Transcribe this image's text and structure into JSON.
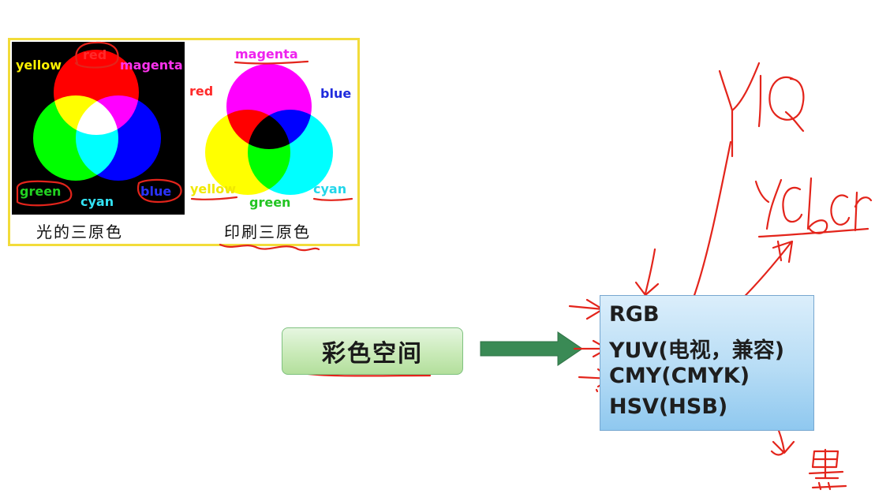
{
  "figure": {
    "light": {
      "labels": {
        "yellow": "yellow",
        "red": "red",
        "magenta": "magenta",
        "green": "green",
        "cyan": "cyan",
        "blue": "blue"
      },
      "caption": "光的三原色"
    },
    "print": {
      "labels": {
        "magenta": "magenta",
        "red": "red",
        "blue": "blue",
        "yellow": "yellow",
        "green": "green",
        "cyan": "cyan"
      },
      "caption": "印刷三原色"
    }
  },
  "button": {
    "label": "彩色空间"
  },
  "spaces": {
    "items": [
      "RGB",
      "YUV(电视，兼容)",
      "CMY(CMYK)",
      "HSV(HSB)"
    ]
  },
  "colors": {
    "frame": "#f2dc3a",
    "arrow": "#3a8a55",
    "annotation": "#e3241b",
    "red": "#ff1a1a",
    "green": "#1fd01f",
    "blue": "#1f2bff",
    "cyan": "#22e3f5",
    "magenta": "#ff33ee",
    "yellow": "#fff200"
  }
}
